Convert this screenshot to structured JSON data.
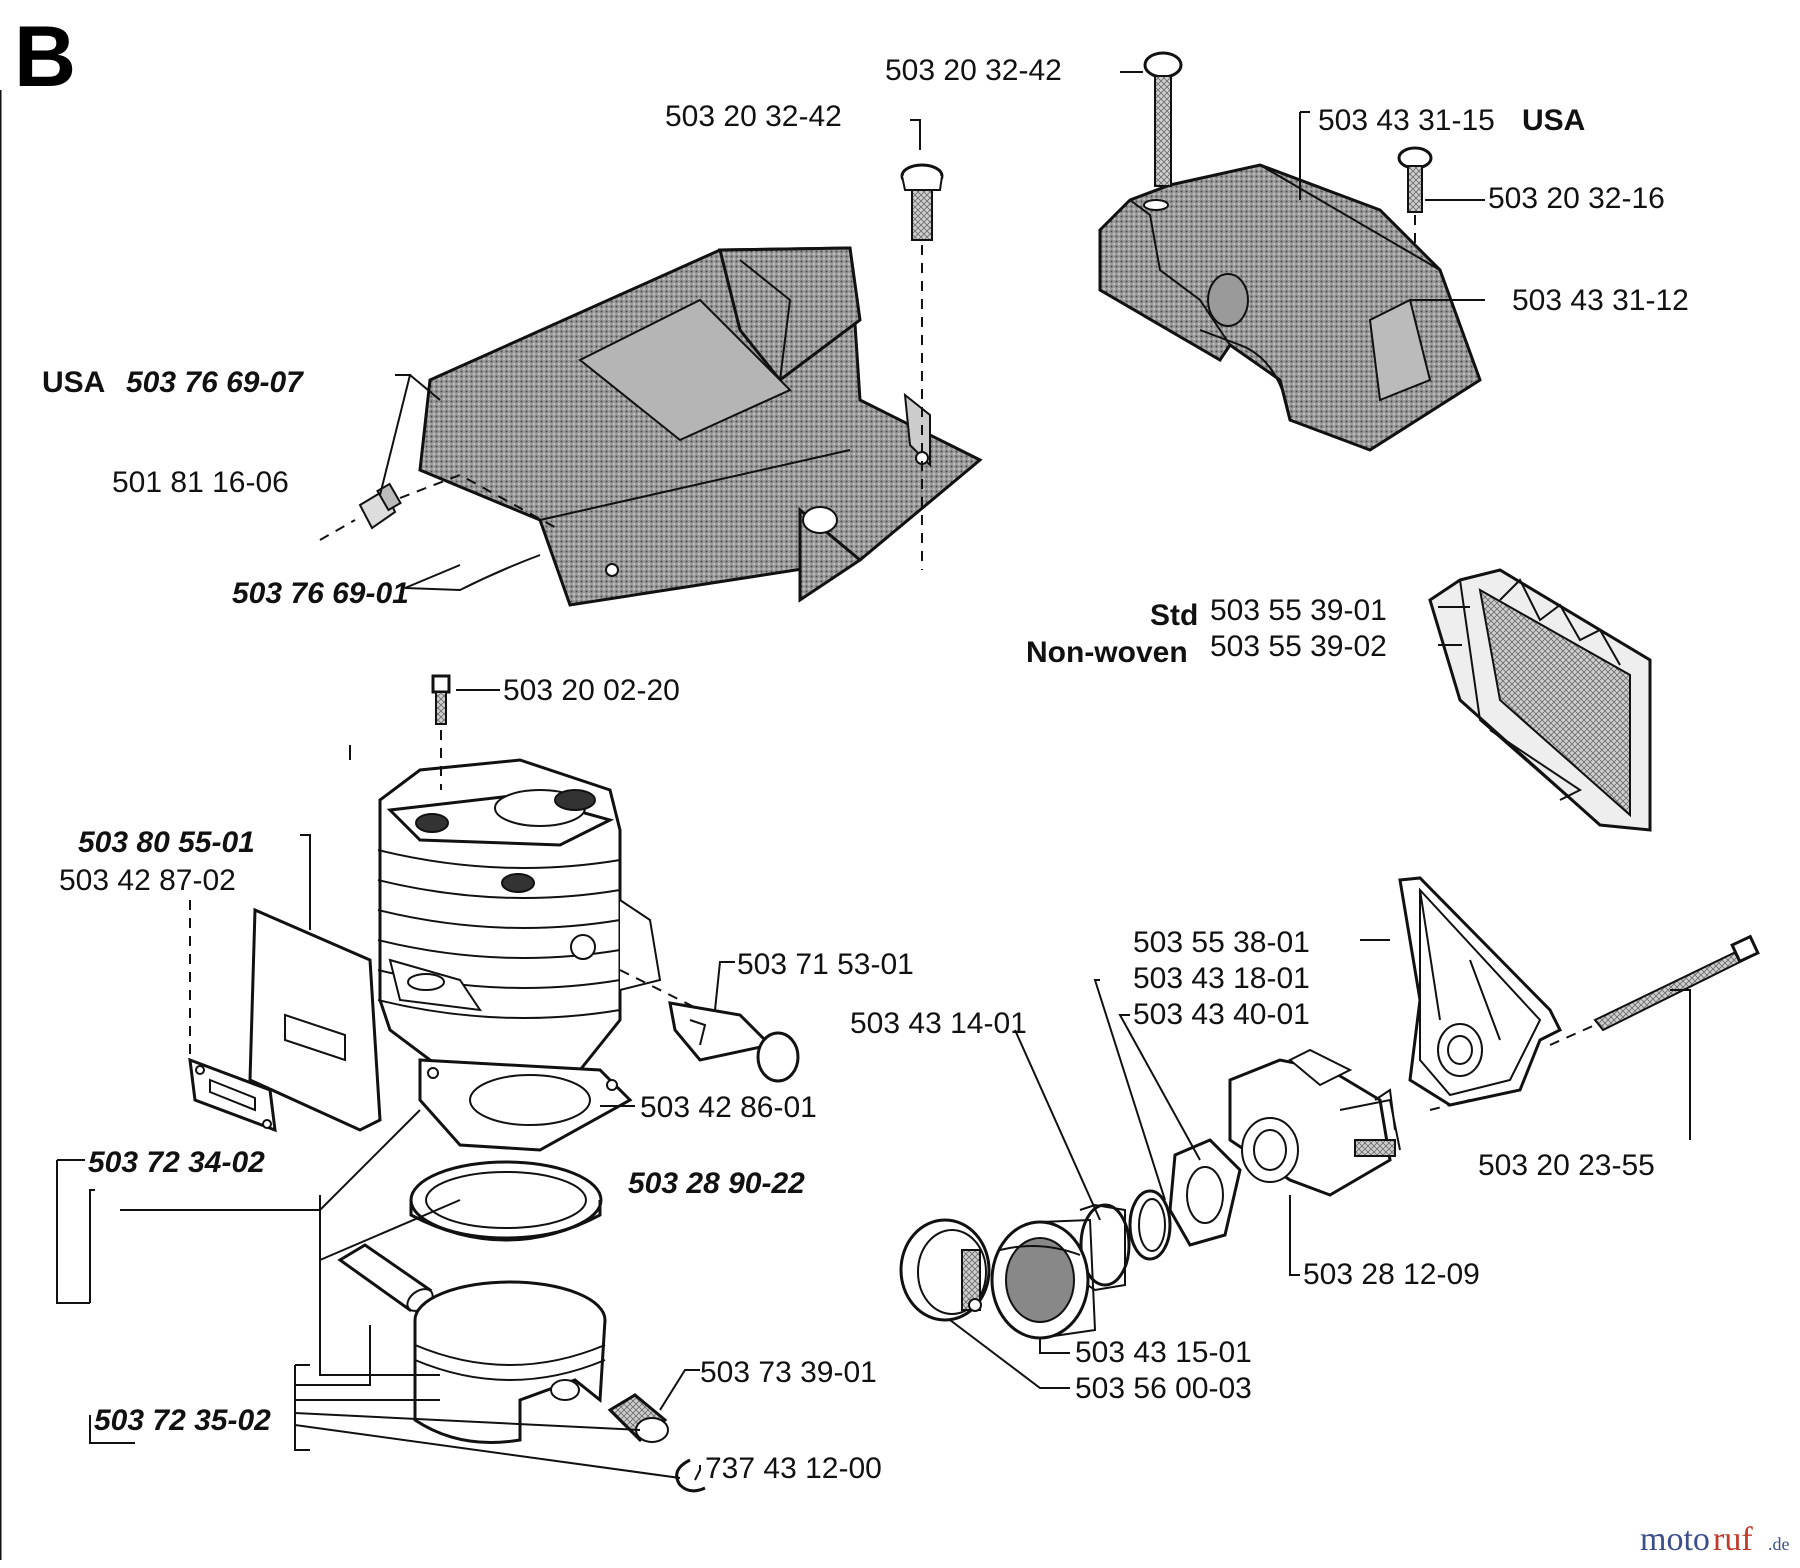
{
  "section": "B",
  "labels": {
    "screw_top_center": "503 20 32-42",
    "screw_left": "503 20 32-42",
    "cover_usa_num": "503 43 31-15",
    "cover_usa_suffix": "USA",
    "screw_small": "503 20 32-16",
    "cover_std": "503 43 31-12",
    "cyl_cover_usa_prefix": "USA",
    "cyl_cover_usa_num": "503 76 69-07",
    "nipple": "501 81 16-06",
    "cyl_cover": "503 76 69-01",
    "filter_std_prefix": "Std",
    "filter_std": "503 55 39-01",
    "filter_nw_prefix": "Non-woven",
    "filter_nw": "503 55 39-02",
    "cyl_bolt": "503 20 02-20",
    "gasket_a": "503 80 55-01",
    "gasket_b": "503 42 87-02",
    "decomp_valve": "503 71 53-01",
    "base_gasket": "503 42 86-01",
    "cylinder_kit": "503 72 34-02",
    "piston_ring": "503 28 90-22",
    "piston_kit": "503 72 35-02",
    "needle_bearing": "503 73 39-01",
    "circlip": "737 43 12-00",
    "holder": "503 55 38-01",
    "gasket_c": "503 43 18-01",
    "gasket_d": "503 43 40-01",
    "spacer": "503 43 14-01",
    "carburetor": "503 28 12-09",
    "intake": "503 43 15-01",
    "clamp": "503 56 00-03",
    "long_bolt": "503 20 23-55"
  },
  "watermark": {
    "main_a": "moto",
    "main_b": "ruf",
    "suffix": ".de"
  },
  "colors": {
    "ink": "#111111",
    "hatch": "#8a8a8a",
    "watermark_blue": "#3b4f8a",
    "watermark_red": "#c0392b"
  }
}
